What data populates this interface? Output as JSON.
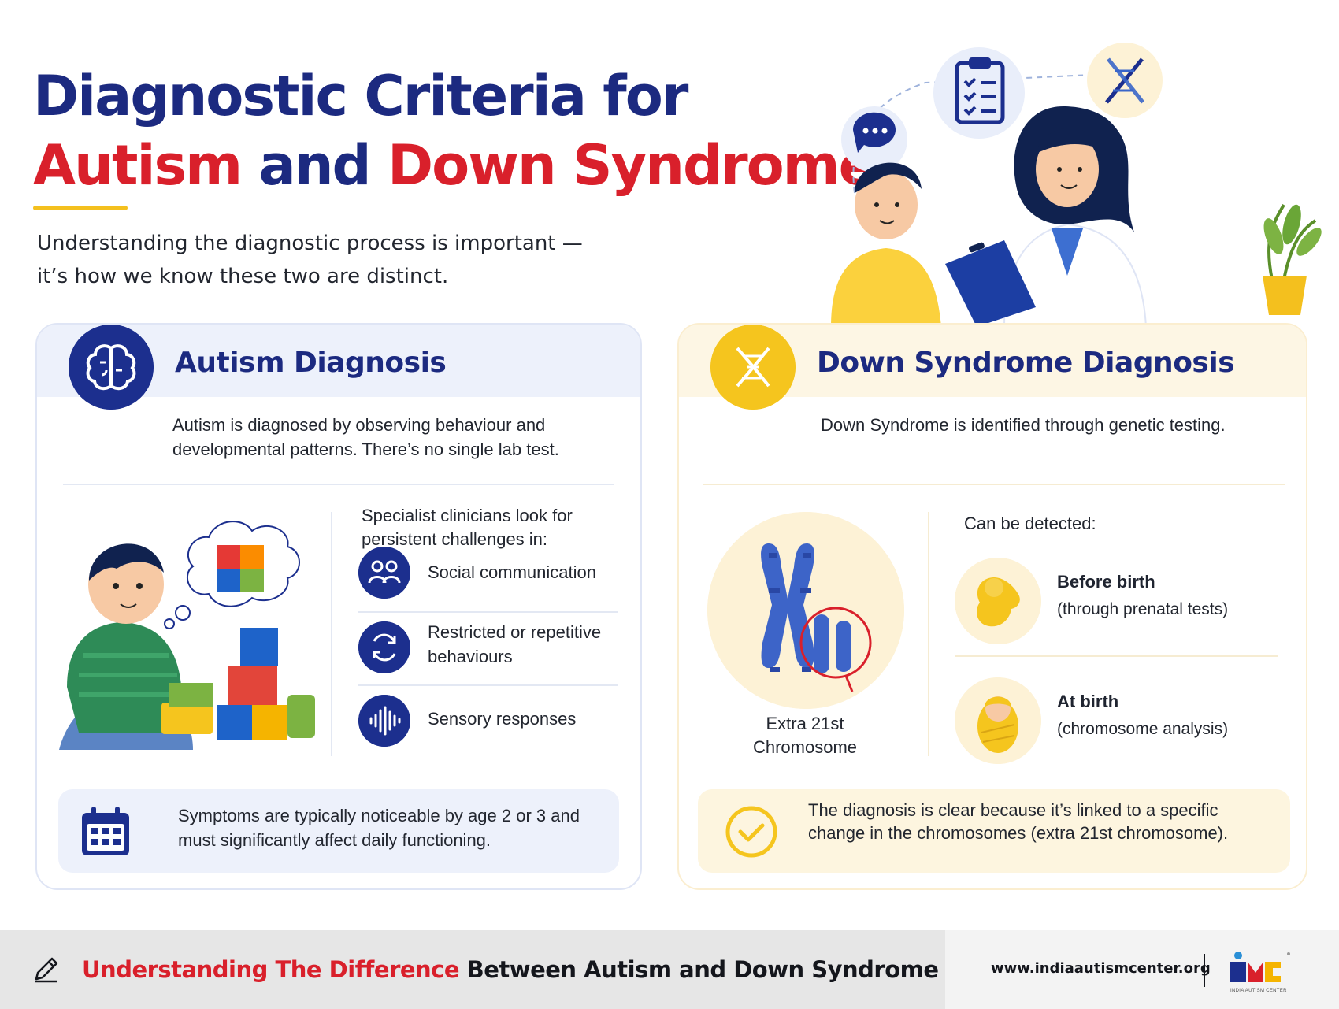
{
  "header": {
    "title_line1": "Diagnostic Criteria for",
    "title_line2_a": "Autism",
    "title_line2_b": "and",
    "title_line2_c": "Down Syndrome",
    "subtitle_line1": "Understanding the diagnostic process is important —",
    "subtitle_line2": "it’s how we know these two are distinct."
  },
  "autism": {
    "title": "Autism Diagnosis",
    "description": "Autism is diagnosed by observing behaviour and developmental patterns. There’s no single lab test.",
    "look_for": "Specialist clinicians look for persistent challenges in:",
    "criteria": [
      {
        "label": "Social communication",
        "icon": "people-icon"
      },
      {
        "label": "Restricted or repetitive behaviours",
        "icon": "repeat-icon"
      },
      {
        "label": "Sensory responses",
        "icon": "soundwave-icon"
      }
    ],
    "note": "Symptoms are typically noticeable by age 2 or 3 and must significantly affect daily functioning."
  },
  "down_syndrome": {
    "title": "Down Syndrome Diagnosis",
    "description": "Down Syndrome is identified through genetic testing.",
    "chromosome_label_line1": "Extra 21st",
    "chromosome_label_line2": "Chromosome",
    "detect_title": "Can be detected:",
    "detect_items": [
      {
        "main": "Before birth",
        "sub": "(through prenatal tests)",
        "icon": "fetus-icon"
      },
      {
        "main": "At birth",
        "sub": "(chromosome analysis)",
        "icon": "newborn-icon"
      }
    ],
    "note": "The diagnosis is clear because it’s linked to a specific change in the chromosomes (extra 21st chromosome)."
  },
  "footer": {
    "title_red": "Understanding The Difference",
    "title_dark": "Between Autism and Down Syndrome",
    "url": "www.indiaautismcenter.org",
    "logo_caption": "INDIA AUTISM CENTER"
  },
  "colors": {
    "navy": "#1c2a80",
    "red": "#d9202b",
    "yellow": "#f4c01e",
    "autism_panel": "#edf1fb",
    "down_panel": "#fdf6e4"
  }
}
